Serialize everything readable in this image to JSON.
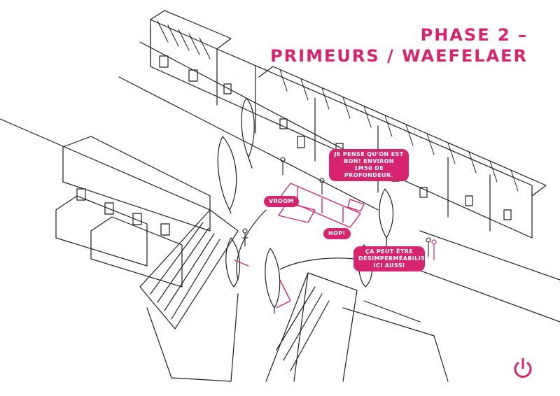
{
  "heading": {
    "line1": "PHASE 2 –",
    "line2": "PRIMEURS / WAEFELAER"
  },
  "bubbles": {
    "profondeur": "JE PENSE QU'ON EST BON! ENVIRON 1M50 DE PROFONDEUR.",
    "vroom": "VROOM",
    "hop": "HOP!",
    "desimpermeabilise": "ÇA PEUT ÊTRE DÉSIMPERMÉABILISÉ ICI AUSSI"
  },
  "icons": {
    "corner": "power-icon"
  },
  "colors": {
    "accent": "#d6246e",
    "ink": "#1e1e1e",
    "paper": "#ffffff"
  }
}
